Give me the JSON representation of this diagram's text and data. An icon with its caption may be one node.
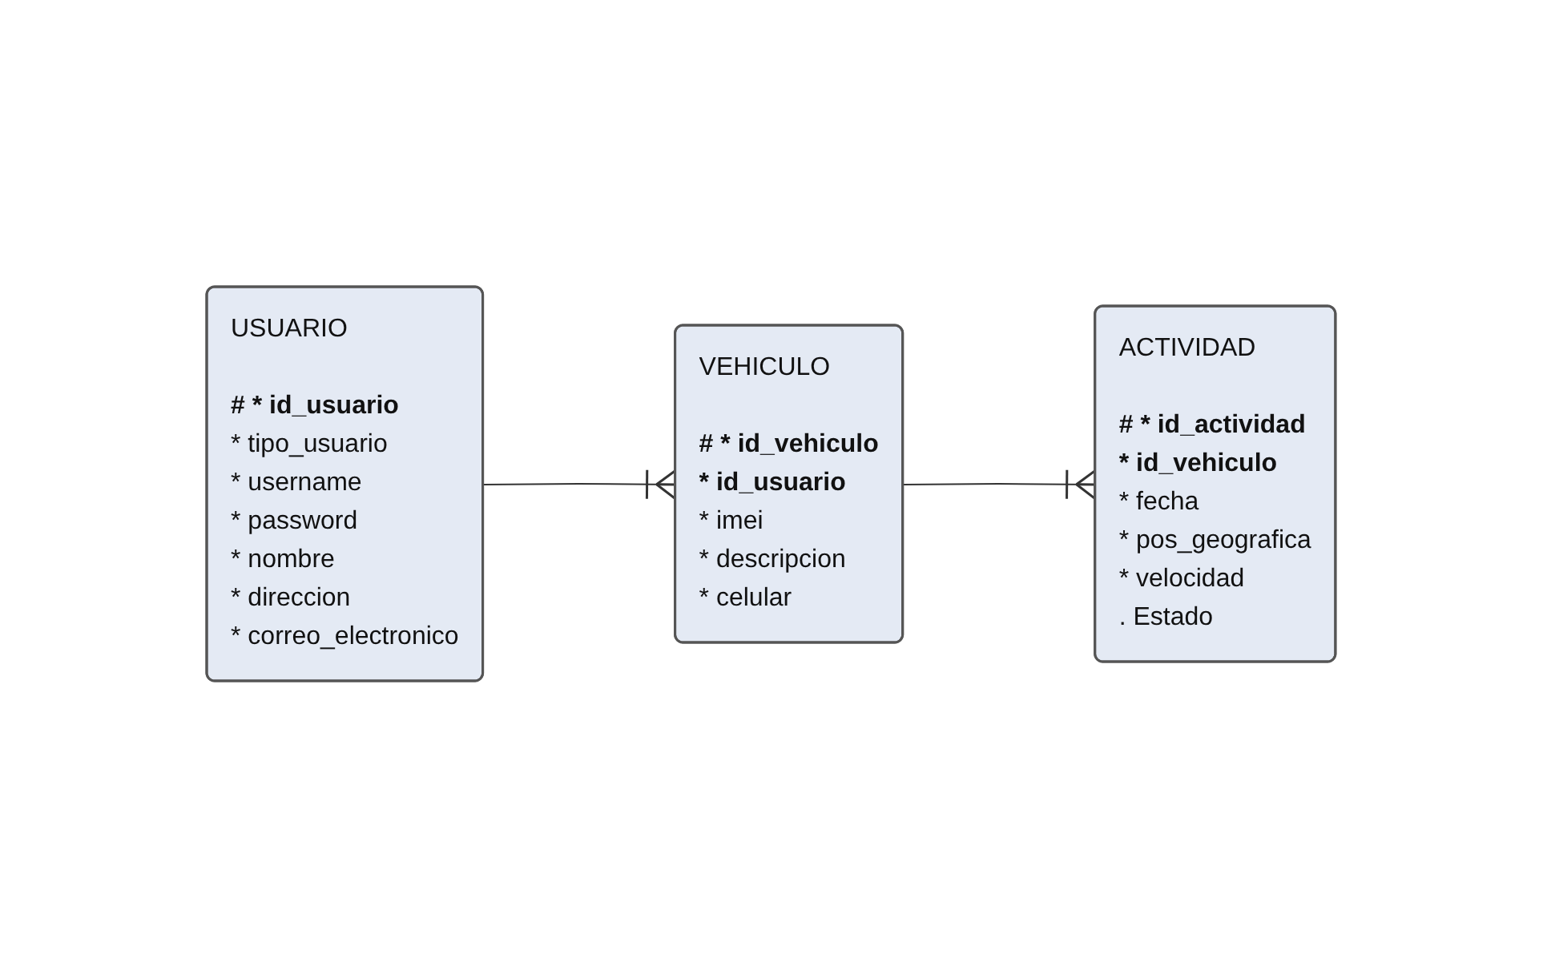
{
  "diagram": {
    "nodes": [
      {
        "text": [
          "USUARIO",
          "# * id_usuario",
          "* tipo_usuario",
          "* username",
          "* password",
          "* nombre",
          "* direccion",
          "* correo_electronico"
        ]
      },
      {
        "text": [
          "VEHICULO",
          "# * id_vehiculo",
          "* id_usuario",
          "* imei",
          "* descripcion",
          "* celular"
        ]
      },
      {
        "text": [
          "ACTIVIDAD",
          "# * id_actividad",
          "* id_vehiculo",
          "* fecha",
          "* pos_geografica",
          "* velocidad",
          ". Estado"
        ]
      }
    ],
    "edges": [
      {
        "from": 0,
        "to": 1,
        "arrow": "other"
      },
      {
        "from": 1,
        "to": 2,
        "arrow": "other"
      }
    ]
  }
}
